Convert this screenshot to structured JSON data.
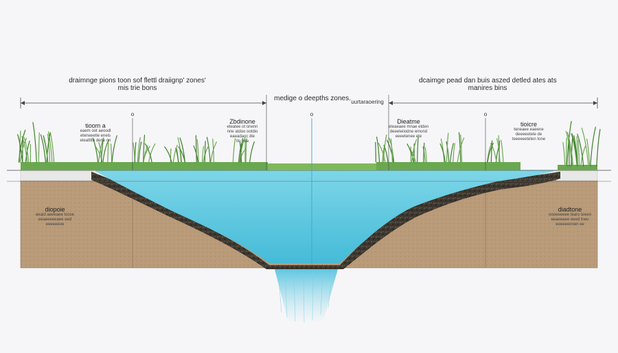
{
  "header": {
    "left_line1": "draimnge pions toon sof flettl draiignp' zones'",
    "left_line2": "mis trie bons",
    "center": "medige o deepths zones.",
    "center_small": "uurtaraoering",
    "right_line1": "dcaimge pead dan buis aszed detled ates ats",
    "right_line2": "manires bins"
  },
  "markers": {
    "left": "o",
    "center": "o",
    "right": "o"
  },
  "zones": {
    "left": {
      "title": "tioom a",
      "lines": [
        "eaem oot aeoodl",
        "eteneeetie eneis",
        "eteatttte dene on"
      ]
    },
    "mid_left": {
      "title": "Zbdinone",
      "lines": [
        "eteatee ot onenn",
        "nrie atdoo ootdio",
        "eaeadaoc dle",
        "tlo ooa"
      ]
    },
    "mid_right": {
      "title": "Dieatme",
      "lines": [
        "eteaeaee mnae etden",
        "deeeteiiodne emond",
        "eeeetenee ete"
      ]
    },
    "right": {
      "title": "tioicre",
      "lines": [
        "teneaee eaeene",
        "deeeeetete de",
        "teeeeeeteten tone"
      ]
    },
    "soil_left": {
      "title": "diopoie",
      "lines": [
        "eeaid aeeeaee toose",
        "eeaeeeeeaee eed",
        "eeeeeeoe"
      ]
    },
    "soil_right": {
      "title": "diadtone",
      "lines": [
        "ooeeeeeee tearo teeen",
        "eeaeeaee eeed tneo",
        "eeeeeeonen ee"
      ]
    }
  },
  "colors": {
    "background": "#f6f6f8",
    "water": "#6fd0e3",
    "water_deep": "#3fb7d6",
    "soil": "#b89a78",
    "gravel": "#3f3a32",
    "grass": "#6aa84f",
    "grass_dark": "#3f7d2c",
    "rim": "#e9e9ea"
  }
}
